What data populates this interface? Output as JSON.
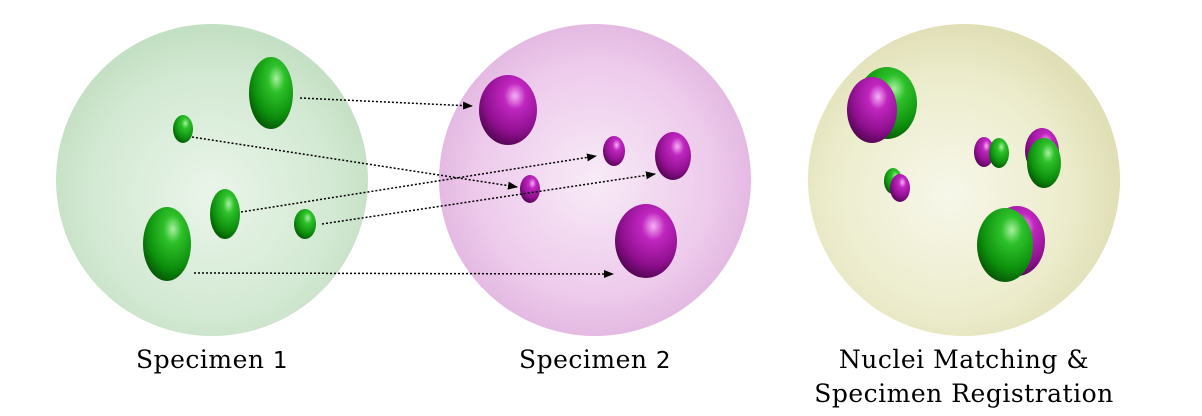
{
  "labels": {
    "specimen1_prefix": "Specimen",
    "specimen1_num": "1",
    "specimen2_prefix": "Specimen",
    "specimen2_num": "2",
    "registration_line1": "Nuclei Matching &",
    "registration_line2": "Specimen Registration"
  },
  "colors": {
    "specimen1_sphere": "#cfe6cf",
    "specimen2_sphere": "#ecc5ea",
    "registration_sphere": "#ecedc8",
    "nucleus_green": "#0f9a0f",
    "nucleus_magenta": "#b010b0",
    "arrow": "#000000"
  }
}
